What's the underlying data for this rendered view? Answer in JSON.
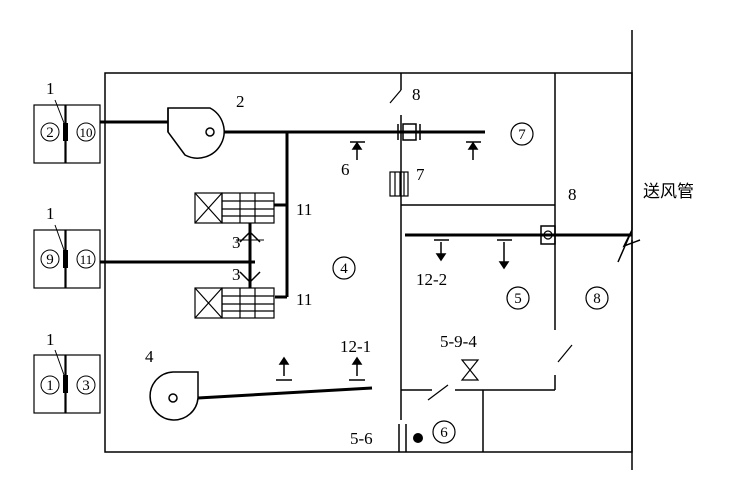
{
  "labels": {
    "fan_2": "2",
    "fan_4": "4",
    "coil_11_top": "11",
    "coil_11_bottom": "11",
    "valve_3_top": "3",
    "valve_3_bottom": "3",
    "damper_8_top": "8",
    "damper_8_right": "8",
    "item_6": "6",
    "item_7": "7",
    "unit_1_top": "1",
    "unit_1_mid": "1",
    "unit_1_bottom": "1",
    "item_12_1": "12-1",
    "item_12_2": "12-2",
    "item_5_9_4": "5-9-4",
    "item_5_6": "5-6",
    "supply_duct": "送风管"
  },
  "circled": {
    "room_4": "4",
    "room_5": "5",
    "room_6": "6",
    "room_7": "7",
    "room_8": "8",
    "box_2": "2",
    "box_10": "10",
    "box_9": "9",
    "box_11": "11",
    "box_1": "1",
    "box_3": "3"
  }
}
